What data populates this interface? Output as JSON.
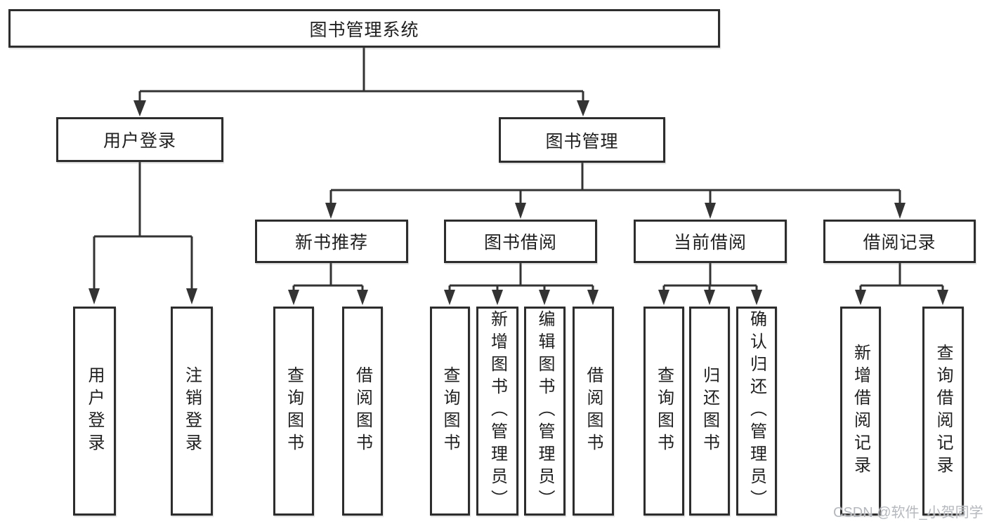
{
  "diagram_type": "functional-structure-tree",
  "tree": {
    "root": {
      "label": "图书管理系统",
      "children": [
        {
          "label": "用户登录",
          "children": [
            {
              "label": "用户登录"
            },
            {
              "label": "注销登录"
            }
          ]
        },
        {
          "label": "图书管理",
          "children": [
            {
              "label": "新书推荐",
              "children": [
                {
                  "label": "查询图书"
                },
                {
                  "label": "借阅图书"
                }
              ]
            },
            {
              "label": "图书借阅",
              "children": [
                {
                  "label": "查询图书"
                },
                {
                  "label": "新增图书（管理员）"
                },
                {
                  "label": "编辑图书（管理员）"
                },
                {
                  "label": "借阅图书"
                }
              ]
            },
            {
              "label": "当前借阅",
              "children": [
                {
                  "label": "查询图书"
                },
                {
                  "label": "归还图书"
                },
                {
                  "label": "确认归还（管理员）"
                }
              ]
            },
            {
              "label": "借阅记录",
              "children": [
                {
                  "label": "新增借阅记录"
                },
                {
                  "label": "查询借阅记录"
                }
              ]
            }
          ]
        }
      ]
    }
  },
  "watermark": {
    "text": "CSDN @软件_小贺同学"
  },
  "colors": {
    "line": "#333333",
    "box_border": "#2d2d2d",
    "text": "#1f1f1f",
    "background": "#ffffff",
    "watermark": "#b5b9be"
  }
}
